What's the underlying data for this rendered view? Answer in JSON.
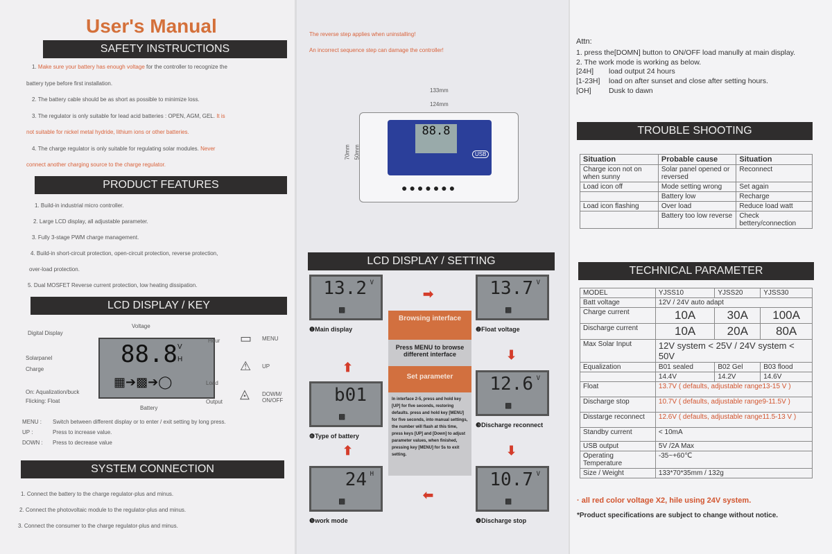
{
  "left": {
    "title": "User's Manual",
    "safety_title": "SAFETY INSTRUCTIONS",
    "safety": [
      {
        "a": "1. ",
        "red": "Make sure your battery has enough voltage",
        "b": " for the controller to recognize the"
      },
      {
        "a": "battery type before first installation.",
        "red": "",
        "b": ""
      },
      {
        "a": "2. The battery cable should be as short as possible to minimize loss.",
        "red": "",
        "b": ""
      },
      {
        "a": "3. The regulator is only suitable for lead acid batteries : OPEN, AGM, GEL. ",
        "red": "It is",
        "b": ""
      },
      {
        "a": "",
        "red": "not suitable for nickel metal hydride, lithium ions or other batteries.",
        "b": ""
      },
      {
        "a": "4. The charge regulator is only suitable for regulating solar modules. ",
        "red": "Never",
        "b": ""
      },
      {
        "a": "",
        "red": "connect another charging source to the charge regulator.",
        "b": ""
      }
    ],
    "features_title": "PRODUCT FEATURES",
    "features": [
      "1. Build-in industrial micro controller.",
      "2. Large LCD display, all adjustable parameter.",
      "3. Fully 3-stage PWM charge management.",
      "4. Build-in short-circuit protection, open-circuit protection, reverse protection,",
      "over-load protection.",
      "5. Dual MOSFET Reverse current protection, low heating dissipation."
    ],
    "lcd_title": "LCD DISPLAY / KEY",
    "lcd_labels": {
      "digital": "Digital Display",
      "voltage": "Voltage",
      "hour": "Hour",
      "solar": "Solarpanel",
      "charge": "Charge",
      "load": "Load",
      "output": "Output",
      "on": "On: Aqualization/buck",
      "flick": "Flicking: Float",
      "battery": "Battery",
      "digits": "88.8",
      "v": "V",
      "h": "H"
    },
    "keys": [
      {
        "label": "MENU",
        "icon": "▭"
      },
      {
        "label": "UP",
        "icon": "⚠"
      },
      {
        "label": "DOWM/ ON/OFF",
        "icon": "◬"
      }
    ],
    "key_desc": [
      {
        "k": "MENU :",
        "v": "Switch between different display or to enter / exit setting by long press."
      },
      {
        "k": "UP :",
        "v": "Press to increase value."
      },
      {
        "k": "DOWN :",
        "v": "Press to decrease value"
      }
    ],
    "sys_title": "SYSTEM CONNECTION",
    "sys": [
      "1. Connect the battery to the charge regulator-plus and minus.",
      "2. Connect the photovoltaic module to the regulator-plus and minus.",
      "3. Connect the consumer to the charge regulator-plus and minus."
    ]
  },
  "middle": {
    "warn1": "The reverse step applies when uninstalling!",
    "warn2": "An incorrect sequence step can damage the controller!",
    "dim_w1": "133mm",
    "dim_w2": "124mm",
    "dim_h1": "70mm",
    "dim_h2": "50mm",
    "usb": "USB",
    "device_digits": "88.8",
    "lcd_title": "LCD DISPLAY / SETTING",
    "browsing": "Browsing interface",
    "press_menu": "Press MENU to browse different interface",
    "set_param": "Set parameter",
    "set_desc": "In interface 2-5, press and hold key [UP] for five seconds, restoring defaults. press and hold key [MENU] for five seconds, into manual settings, the number will flash at this time, press keys [UP] and [Down] to adjust parameter values, when finished, pressing key [MENU] for 5s to exit setting.",
    "screens": [
      {
        "num": "❶",
        "label": "Main display",
        "val": "13.2",
        "unit": "V"
      },
      {
        "num": "❷",
        "label": "Float voltage",
        "val": "13.7",
        "unit": "V"
      },
      {
        "num": "❸",
        "label": "Discharge reconnect",
        "val": "12.6",
        "unit": "V"
      },
      {
        "num": "❹",
        "label": "Discharge stop",
        "val": "10.7",
        "unit": "V"
      },
      {
        "num": "❺",
        "label": "work mode",
        "val": "24",
        "unit": "H"
      },
      {
        "num": "❻",
        "label": "Type of battery",
        "val": "b01",
        "unit": ""
      }
    ]
  },
  "right": {
    "attn": "Attn:",
    "attn_lines": [
      "1.  press the[DOMN] button to ON/OFF load manully at main display.",
      "2.  The work mode is working as below."
    ],
    "modes": [
      {
        "k": "[24H]",
        "v": "load output 24 hours"
      },
      {
        "k": "[1-23H]",
        "v": "load on after sunset and close after setting hours."
      },
      {
        "k": "[OH]",
        "v": "Dusk to dawn"
      }
    ],
    "trouble_title": "TROUBLE SHOOTING",
    "trouble_head": [
      "Situation",
      "Probable cause",
      "Situation"
    ],
    "trouble_rows": [
      [
        "Charge icon not on when sunny",
        "Solar panel opened or reversed",
        "Reconnect"
      ],
      [
        "Load icon off",
        "Mode setting wrong",
        "Set again"
      ],
      [
        "",
        "Battery low",
        "Recharge"
      ],
      [
        "Load icon flashing",
        "Over load",
        "Reduce load watt"
      ],
      [
        "",
        "Battery too low reverse",
        "Check bettery/connection"
      ]
    ],
    "tech_title": "TECHNICAL PARAMETER",
    "tech": {
      "model": "MODEL",
      "models": [
        "YJSS10",
        "YJSS20",
        "YJSS30"
      ],
      "batt": "Batt voltage",
      "batt_v": "12V / 24V auto adapt",
      "charge": "Charge current",
      "charge_v": [
        "10A",
        "30A",
        "100A"
      ],
      "discharge": "Discharge current",
      "discharge_v": [
        "10A",
        "20A",
        "80A"
      ],
      "solar": "Max Solar Input",
      "solar_v": "12V system < 25V / 24V system < 50V",
      "eq": "Equalization",
      "eq_types": [
        "B01 sealed",
        "B02 Gel",
        "B03 flood"
      ],
      "eq_v": [
        "14.4V",
        "14.2V",
        "14.6V"
      ],
      "float": "Float",
      "float_v": "13.7V  ( defaults, adjustable range13-15 V )",
      "dstop": "Discharge stop",
      "dstop_v": "10.7V  ( defaults, adjustable range9-11.5V  )",
      "drec": "Disstarge reconnect",
      "drec_v": "12.6V  ( defaults, adjustable range11.5-13 V )",
      "standby": "Standby current",
      "standby_v": "< 10mA",
      "usb": "USB output",
      "usb_v": "5V /2A Max",
      "temp": "Operating Temperature",
      "temp_v": "-35~+60℃",
      "size": "Size / Weight",
      "size_v": "133*70*35mm / 132g"
    },
    "note1": "· all red color voltage X2,  hile using 24V system.",
    "note2": "*Product specifications are subject to change without notice."
  }
}
